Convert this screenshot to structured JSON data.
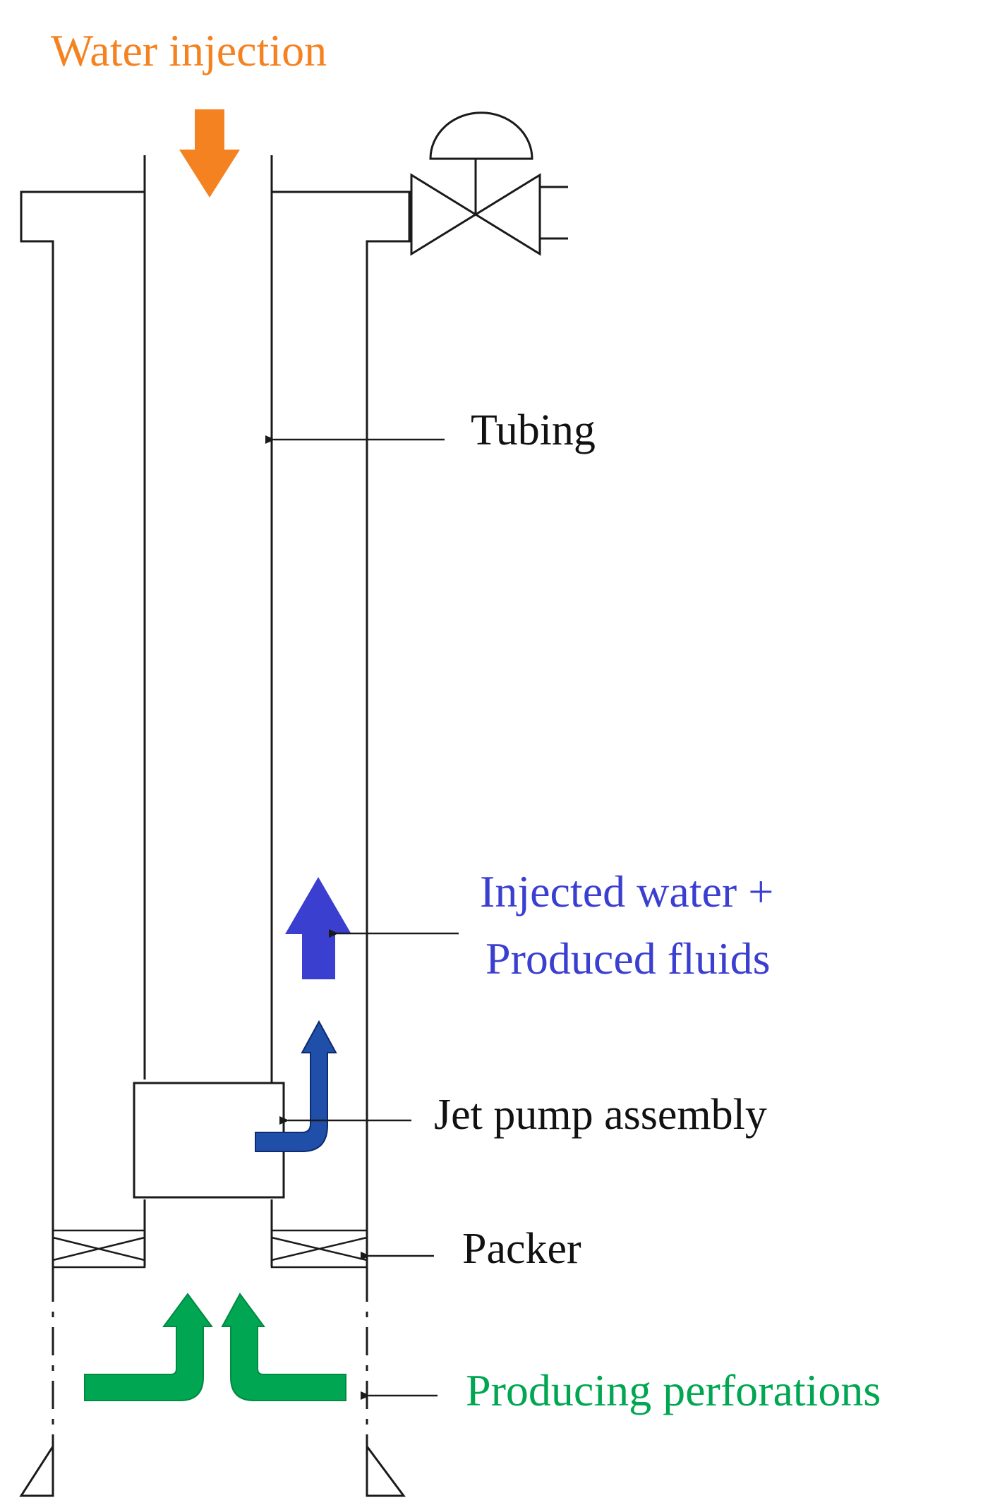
{
  "labels": {
    "water_injection": "Water injection",
    "tubing": "Tubing",
    "injected_line1": "Injected water +",
    "injected_line2": "Produced fluids",
    "jet_pump": "Jet pump assembly",
    "packer": "Packer",
    "producing": "Producing perforations"
  },
  "colors": {
    "water_injection": "#F58220",
    "injected_fluids": "#3B3FD0",
    "jet_pump_arrow": "#1F4FA8",
    "producing": "#00A651",
    "line": "#1a1a1a"
  }
}
